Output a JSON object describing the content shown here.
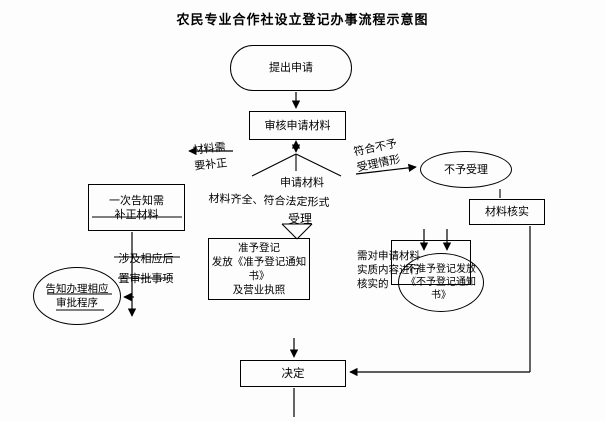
{
  "title": "农民专业合作社设立登记办事流程示意图",
  "colors": {
    "line": "#000000",
    "background": "#ffffff"
  },
  "nodes": {
    "submit": {
      "label": "提出申请"
    },
    "review": {
      "label": "审核申请材料"
    },
    "need_correction": {
      "line1": "材料需",
      "line2": "要补正"
    },
    "non_accept_case": {
      "line1": "符合不予",
      "line2": "受理情形"
    },
    "not_accepted": {
      "label": "不予受理"
    },
    "one_time_notice": {
      "line1": "一次告知需",
      "line2": "补正材料"
    },
    "application_materials": {
      "label": "申请材料"
    },
    "complete_form": {
      "label": "材料齐全、符合法定形式"
    },
    "accept": {
      "label": "受理"
    },
    "material_verify": {
      "label": "材料核实"
    },
    "approve": {
      "line1": "准予登记",
      "line2": "发放《准予登记通知书》",
      "line3": "及营业执照"
    },
    "substantive": {
      "label": "需对申请材料实质内容进行核实的"
    },
    "disapprove": {
      "label": "不准予登记发放《不予登记通知书》"
    },
    "post_approval": {
      "line1": "涉及相应后",
      "line2": "置审批事项"
    },
    "inform_procedure": {
      "line1": "告知办理相应",
      "line2": "审批程序"
    },
    "decision": {
      "label": "决定"
    }
  }
}
